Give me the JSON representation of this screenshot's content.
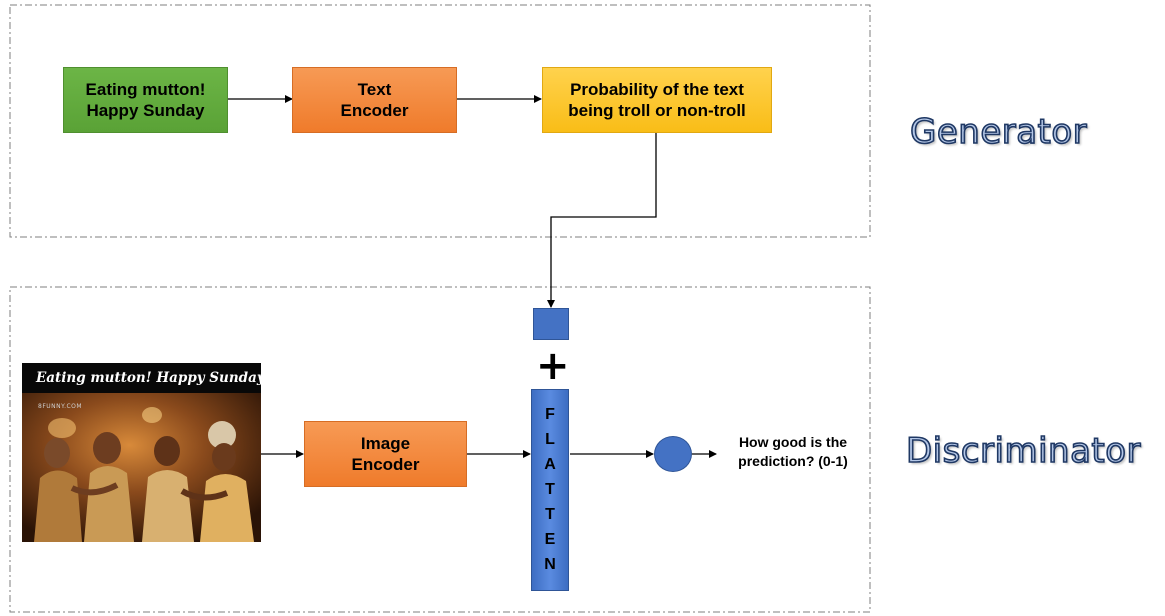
{
  "generator": {
    "input_text_line1": "Eating mutton!",
    "input_text_line2": "Happy Sunday",
    "text_encoder_line1": "Text",
    "text_encoder_line2": "Encoder",
    "probability_line1": "Probability of the text",
    "probability_line2": "being troll or non-troll",
    "label": "Generator"
  },
  "discriminator": {
    "meme_caption": "Eating mutton! Happy Sunday!",
    "meme_watermark": "8FUNNY.COM",
    "image_encoder_line1": "Image",
    "image_encoder_line2": "Encoder",
    "plus_symbol": "+",
    "flatten_letters": [
      "F",
      "L",
      "A",
      "T",
      "T",
      "E",
      "N"
    ],
    "output_line1": "How good is the",
    "output_line2": "prediction? (0-1)",
    "label": "Discriminator"
  },
  "colors": {
    "green_box": "#5aa236",
    "orange_box": "#ef7b2b",
    "yellow_box": "#f9bd17",
    "blue_shape": "#4472c4",
    "label_fill": "#b4c7e7",
    "label_outline": "#1f3864",
    "dashed_border": "#7f7f7f"
  }
}
